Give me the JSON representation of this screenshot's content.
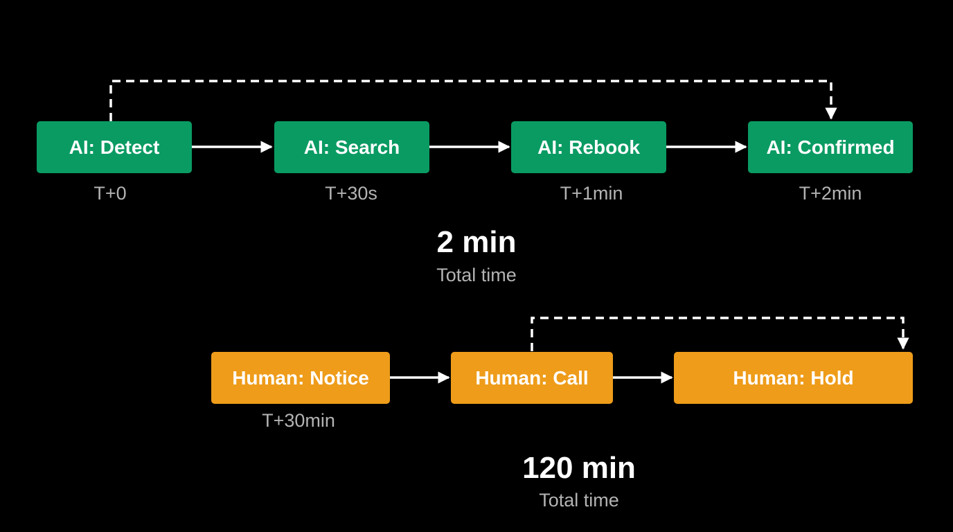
{
  "colors": {
    "background": "#000000",
    "ai_box": "#0a9b63",
    "human_box": "#ee9c1a",
    "box_text": "#ffffff",
    "time_label": "#b3b3b3",
    "connector": "#ffffff"
  },
  "ai_flow": {
    "steps": [
      {
        "label": "AI: Detect",
        "time": "T+0"
      },
      {
        "label": "AI: Search",
        "time": "T+30s"
      },
      {
        "label": "AI: Rebook",
        "time": "T+1min"
      },
      {
        "label": "AI: Confirmed",
        "time": "T+2min"
      }
    ],
    "total_value": "2 min",
    "total_label": "Total time"
  },
  "human_flow": {
    "steps": [
      {
        "label": "Human: Notice",
        "time": "T+30min"
      },
      {
        "label": "Human: Call"
      },
      {
        "label": "Human: Hold"
      }
    ],
    "total_value": "120 min",
    "total_label": "Total time"
  }
}
